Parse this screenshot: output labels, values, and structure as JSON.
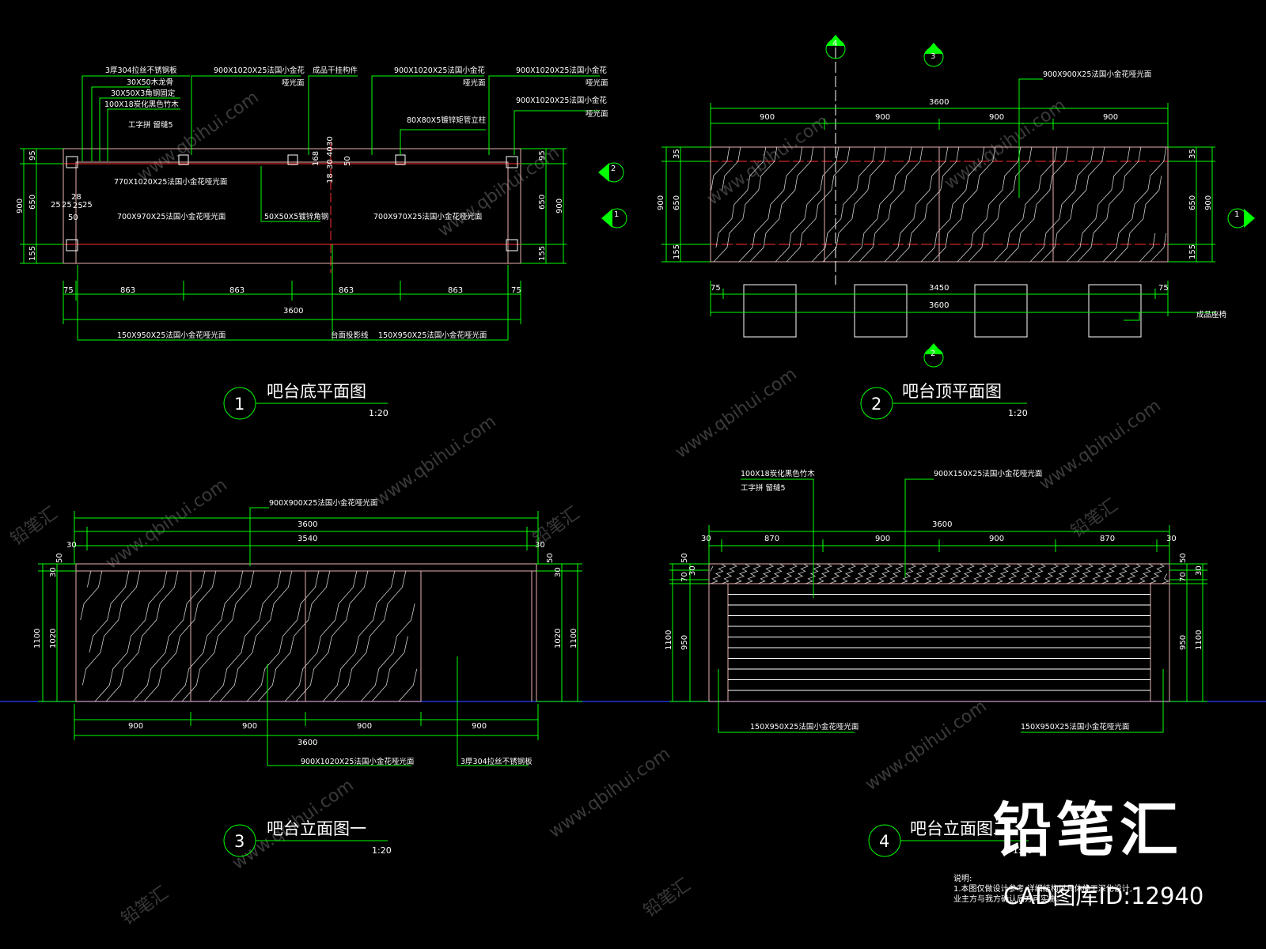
{
  "watermark": {
    "brand": "铅笔汇",
    "url": "www.qbihui.com",
    "id_label": "CAD图库ID:12940"
  },
  "notes": {
    "heading": "说明:",
    "lines": [
      "1.本图仅做设计参考,详细结构以具体施工深化设计,",
      "业主方与我方确认后方可实施。"
    ]
  },
  "views": [
    {
      "id": "view1",
      "number": "1",
      "title": "吧台底平面图",
      "scale": "1:20",
      "labels": [
        "3厚304拉丝不锈钢板",
        "30X50木龙骨",
        "30X50X3角钢固定",
        "100X18炭化黑色竹木",
        "工字拼  留缝5",
        "900X1020X25法国小金花",
        "哑光面",
        "成品干挂构件",
        "900X1020X25法国小金花",
        "哑光面",
        "900X1020X25法国小金花",
        "哑光面",
        "900X1020X25法国小金花",
        "哑光面",
        "80X80X5镀锌矩管立柱",
        "770X1020X25法国小金花哑光面",
        "700X970X25法国小金花哑光面",
        "50X50X5镀锌角钢",
        "700X970X25法国小金花哑光面",
        "150X950X25法国小金花哑光面",
        "台面投影线",
        "150X950X25法国小金花哑光面"
      ],
      "dims_h": [
        "75",
        "863",
        "863",
        "863",
        "863",
        "75",
        "3600"
      ],
      "dims_v_left": [
        "95",
        "650",
        "155",
        "900"
      ],
      "dims_v_right": [
        "95",
        "650",
        "155",
        "900"
      ],
      "dims_small": [
        "25",
        "25",
        "25",
        "28",
        "25",
        "50",
        "18",
        "30",
        "40",
        "30",
        "168",
        "50"
      ]
    },
    {
      "id": "view2",
      "number": "2",
      "title": "吧台顶平面图",
      "scale": "1:20",
      "labels": [
        "900X900X25法国小金花哑光面",
        "成品座椅"
      ],
      "dims_h_top": [
        "900",
        "900",
        "900",
        "900",
        "3600"
      ],
      "dims_h_bottom": [
        "75",
        "3450",
        "75",
        "3600"
      ],
      "dims_v_left": [
        "35",
        "650",
        "155",
        "900"
      ],
      "dims_v_right": [
        "35",
        "650",
        "155",
        "900"
      ],
      "section_marks": [
        "4",
        "3",
        "2",
        "1",
        "1",
        "2"
      ]
    },
    {
      "id": "view3",
      "number": "3",
      "title": "吧台立面图一",
      "scale": "1:20",
      "labels": [
        "900X900X25法国小金花哑光面",
        "900X1020X25法国小金花哑光面",
        "3厚304拉丝不锈钢板"
      ],
      "dims_h_top": [
        "3600",
        "30",
        "3540",
        "30"
      ],
      "dims_h_bottom": [
        "900",
        "900",
        "900",
        "900",
        "3600"
      ],
      "dims_v_left": [
        "50",
        "30",
        "1020",
        "1100"
      ],
      "dims_v_right": [
        "50",
        "30",
        "1020",
        "1100"
      ]
    },
    {
      "id": "view4",
      "number": "4",
      "title": "吧台立面图二",
      "scale": "1:20",
      "labels": [
        "100X18炭化黑色竹木",
        "工字拼  留缝5",
        "900X150X25法国小金花哑光面",
        "150X950X25法国小金花哑光面",
        "150X950X25法国小金花哑光面"
      ],
      "dims_h_top": [
        "3600",
        "30",
        "870",
        "900",
        "900",
        "870",
        "30"
      ],
      "dims_v_left": [
        "50",
        "70",
        "30",
        "950",
        "1100"
      ],
      "dims_v_right": [
        "50",
        "70",
        "30",
        "950",
        "1100"
      ]
    }
  ]
}
